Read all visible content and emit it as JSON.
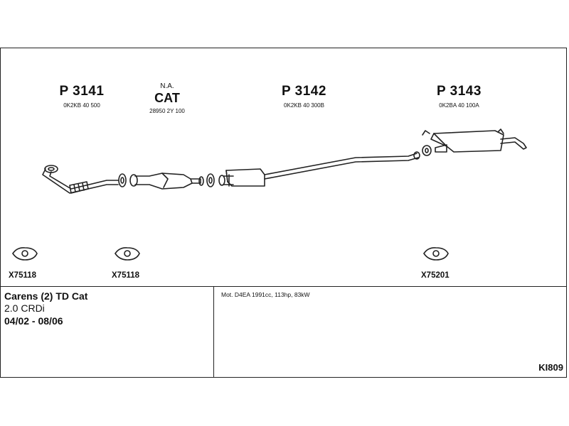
{
  "parts": [
    {
      "code": "P 3141",
      "ref": "0K2KB 40 500"
    },
    {
      "code": "P 3142",
      "ref": "0K2KB 40 300B"
    },
    {
      "code": "P 3143",
      "ref": "0K2BA 40 100A"
    }
  ],
  "catalyst": {
    "na": "N.A.",
    "name": "CAT",
    "ref": "28950 2Y 100"
  },
  "gaskets": [
    "X75118",
    "X75118",
    "X75201"
  ],
  "vehicle": {
    "model": "Carens (2) TD Cat",
    "engine": "2.0 CRDi",
    "years": "04/02 - 08/06"
  },
  "motor_info": "Mot. D4EA 1991cc, 113hp, 83kW",
  "kit_code": "KI809"
}
